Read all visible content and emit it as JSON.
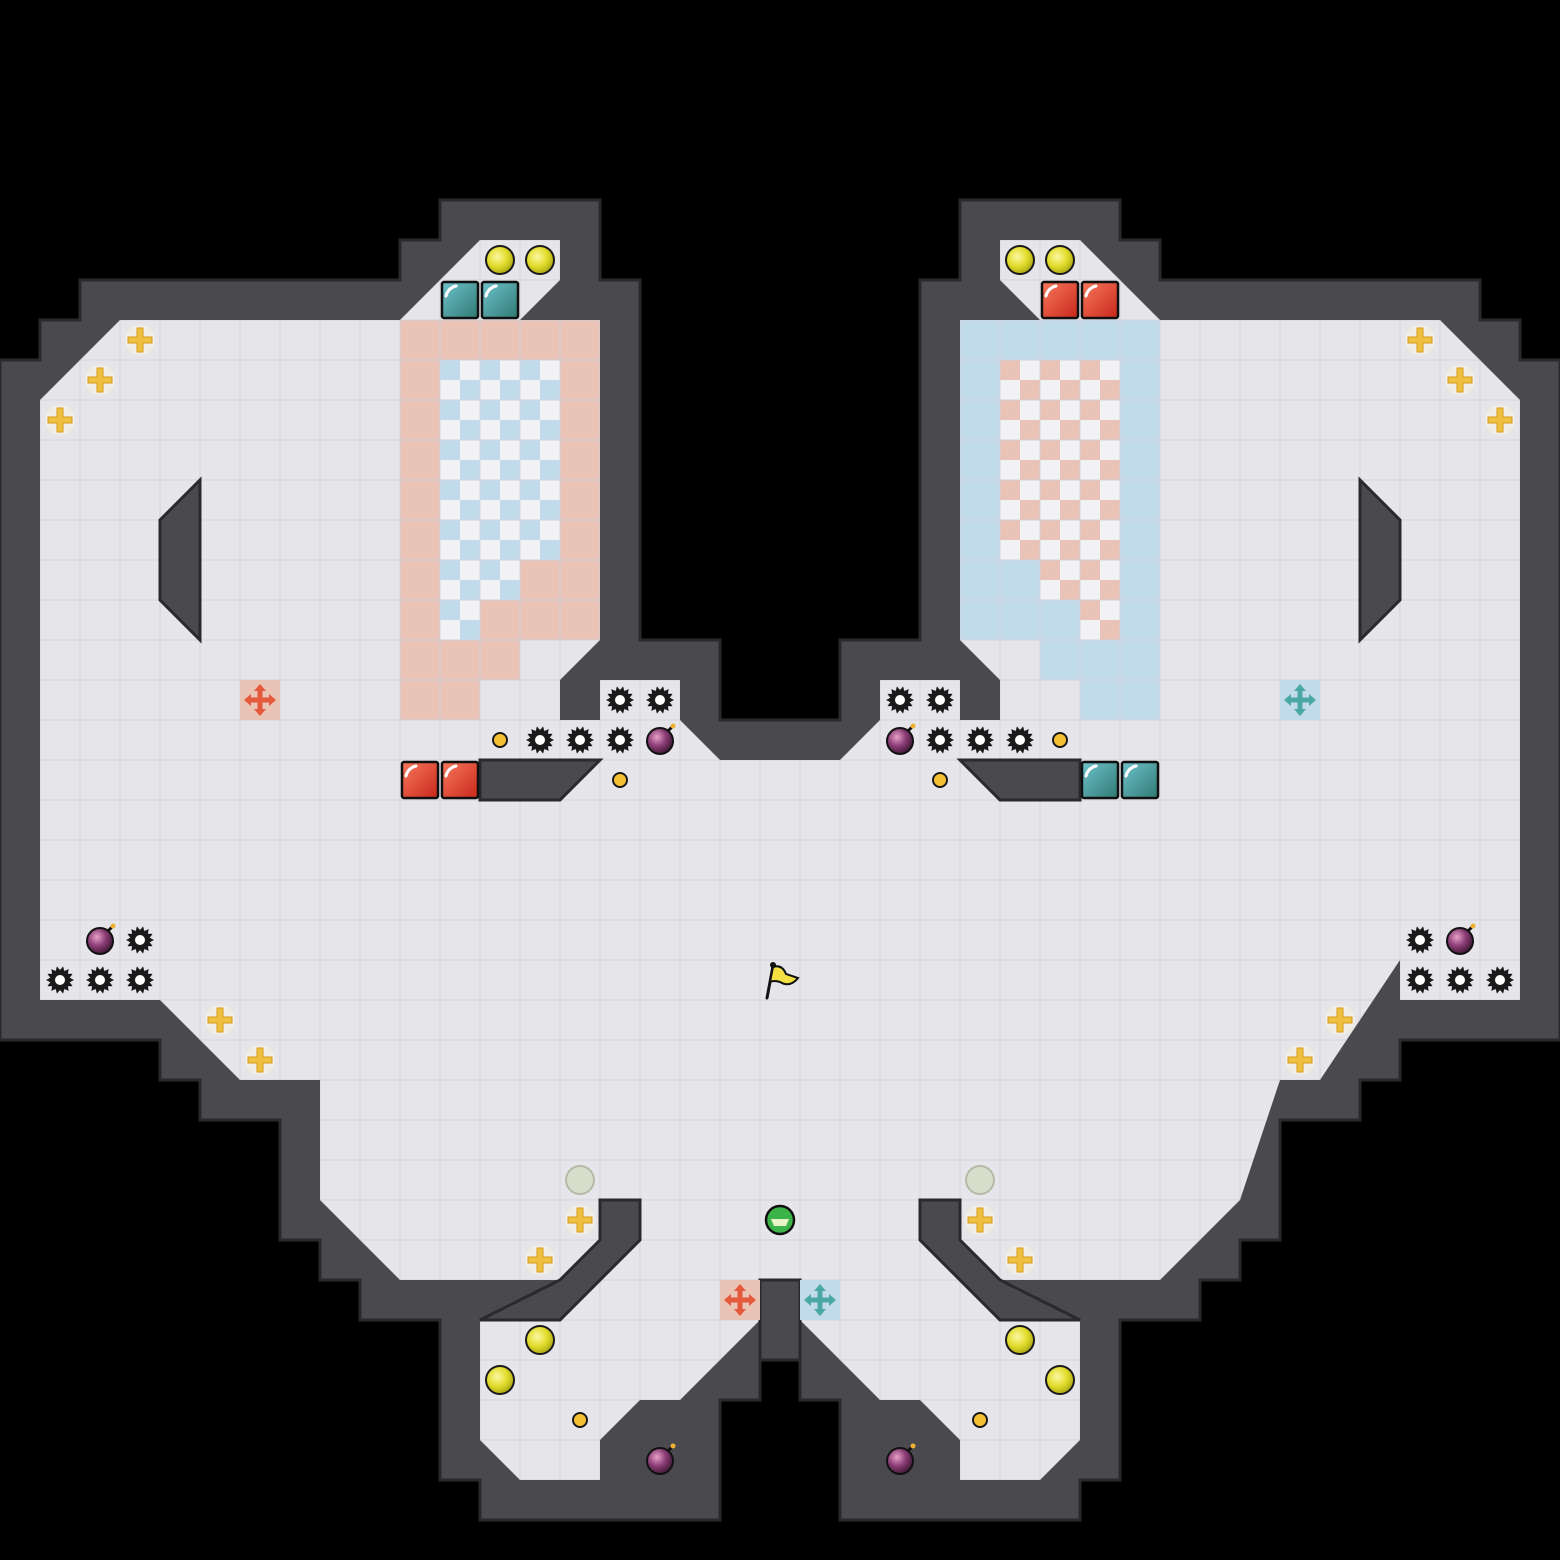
{
  "game": {
    "title": "",
    "grid_columns": 39,
    "grid_rows": 39,
    "colors": {
      "background": "#000000",
      "wall": "#4a4a4e",
      "wall_edge": "#2a2a2e",
      "floor": "#e6e6ea",
      "floor_line": "#d2d2d8",
      "red_team": "#e55a3c",
      "red_zone": "#e9c3b6",
      "blue_team": "#4aa7a6",
      "blue_zone": "#c2dbea",
      "boost": "#e7e03a",
      "powerup": "#f0c040",
      "bomb": "#7a3a6a",
      "spike": "#1a1a1a"
    },
    "spawns": [
      {
        "team": "red",
        "col": 10,
        "row": 19
      },
      {
        "team": "red",
        "col": 11,
        "row": 19
      },
      {
        "team": "red",
        "col": 26,
        "row": 7
      },
      {
        "team": "red",
        "col": 27,
        "row": 7
      },
      {
        "team": "blue",
        "col": 11,
        "row": 7
      },
      {
        "team": "blue",
        "col": 12,
        "row": 7
      },
      {
        "team": "blue",
        "col": 27,
        "row": 19
      },
      {
        "team": "blue",
        "col": 28,
        "row": 19
      }
    ],
    "boosts": [
      {
        "col": 12,
        "row": 6
      },
      {
        "col": 13,
        "row": 6
      },
      {
        "col": 25,
        "row": 6
      },
      {
        "col": 26,
        "row": 6
      },
      {
        "col": 13,
        "row": 33
      },
      {
        "col": 12,
        "row": 34
      },
      {
        "col": 25,
        "row": 33
      },
      {
        "col": 26,
        "row": 34
      }
    ],
    "inactive_boosts": [
      {
        "col": 14,
        "row": 29
      },
      {
        "col": 24,
        "row": 29
      }
    ],
    "powerups": [
      {
        "col": 3,
        "row": 8
      },
      {
        "col": 2,
        "row": 9
      },
      {
        "col": 1,
        "row": 10
      },
      {
        "col": 35,
        "row": 8
      },
      {
        "col": 36,
        "row": 9
      },
      {
        "col": 37,
        "row": 10
      },
      {
        "col": 5,
        "row": 25
      },
      {
        "col": 6,
        "row": 26
      },
      {
        "col": 33,
        "row": 25
      },
      {
        "col": 32,
        "row": 26
      },
      {
        "col": 14,
        "row": 30
      },
      {
        "col": 13,
        "row": 31
      },
      {
        "col": 24,
        "row": 30
      },
      {
        "col": 25,
        "row": 31
      }
    ],
    "team_tiles": [
      {
        "team": "red",
        "col": 6,
        "row": 17
      },
      {
        "team": "red",
        "col": 18,
        "row": 32
      },
      {
        "team": "blue",
        "col": 32,
        "row": 17
      },
      {
        "team": "blue",
        "col": 20,
        "row": 32
      }
    ],
    "spikes": [
      {
        "col": 15,
        "row": 17
      },
      {
        "col": 16,
        "row": 17
      },
      {
        "col": 13,
        "row": 18
      },
      {
        "col": 14,
        "row": 18
      },
      {
        "col": 15,
        "row": 18
      },
      {
        "col": 22,
        "row": 17
      },
      {
        "col": 23,
        "row": 17
      },
      {
        "col": 23,
        "row": 18
      },
      {
        "col": 24,
        "row": 18
      },
      {
        "col": 25,
        "row": 18
      },
      {
        "col": 3,
        "row": 23
      },
      {
        "col": 1,
        "row": 24
      },
      {
        "col": 2,
        "row": 24
      },
      {
        "col": 3,
        "row": 24
      },
      {
        "col": 35,
        "row": 23
      },
      {
        "col": 35,
        "row": 24
      },
      {
        "col": 36,
        "row": 24
      },
      {
        "col": 37,
        "row": 24
      }
    ],
    "bombs": [
      {
        "col": 16,
        "row": 18
      },
      {
        "col": 22,
        "row": 18
      },
      {
        "col": 2,
        "row": 23
      },
      {
        "col": 36,
        "row": 23
      },
      {
        "col": 16,
        "row": 36
      },
      {
        "col": 22,
        "row": 36
      }
    ],
    "coins": [
      {
        "col": 12,
        "row": 18
      },
      {
        "col": 26,
        "row": 18
      },
      {
        "col": 15,
        "row": 19
      },
      {
        "col": 23,
        "row": 19
      },
      {
        "col": 14,
        "row": 35
      },
      {
        "col": 24,
        "row": 35
      }
    ],
    "flag": {
      "label": "neutral-flag",
      "col": 19,
      "row": 24
    },
    "gate": {
      "col": 19,
      "row": 30
    }
  }
}
